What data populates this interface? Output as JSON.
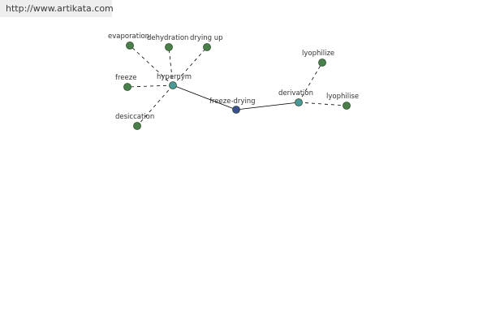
{
  "source": {
    "url": "http://www.artikata.com"
  },
  "colors": {
    "term": "#4a7f4a",
    "relation": "#4a9898",
    "center": "#3b4e8e",
    "node_stroke": "#2f4f2f",
    "edge": "#000000"
  },
  "graph": {
    "nodes": [
      {
        "id": "freeze-drying",
        "label": "freeze-drying",
        "kind": "center"
      },
      {
        "id": "hypernym",
        "label": "hypernym",
        "kind": "relation"
      },
      {
        "id": "derivation",
        "label": "derivation",
        "kind": "relation"
      },
      {
        "id": "evaporation",
        "label": "evaporation",
        "kind": "term"
      },
      {
        "id": "dehydration",
        "label": "dehydration",
        "kind": "term"
      },
      {
        "id": "drying-up",
        "label": "drying up",
        "kind": "term"
      },
      {
        "id": "freeze",
        "label": "freeze",
        "kind": "term"
      },
      {
        "id": "desiccation",
        "label": "desiccation",
        "kind": "term"
      },
      {
        "id": "lyophilize",
        "label": "lyophilize",
        "kind": "term"
      },
      {
        "id": "lyophilise",
        "label": "lyophilise",
        "kind": "term"
      }
    ],
    "edges": [
      {
        "from": "hypernym",
        "to": "freeze-drying",
        "style": "solid"
      },
      {
        "from": "freeze-drying",
        "to": "derivation",
        "style": "solid"
      },
      {
        "from": "hypernym",
        "to": "evaporation",
        "style": "dashed"
      },
      {
        "from": "hypernym",
        "to": "dehydration",
        "style": "dashed"
      },
      {
        "from": "hypernym",
        "to": "drying-up",
        "style": "dashed"
      },
      {
        "from": "hypernym",
        "to": "freeze",
        "style": "dashed"
      },
      {
        "from": "hypernym",
        "to": "desiccation",
        "style": "dashed"
      },
      {
        "from": "derivation",
        "to": "lyophilize",
        "style": "dashed"
      },
      {
        "from": "derivation",
        "to": "lyophilise",
        "style": "dashed"
      }
    ]
  }
}
